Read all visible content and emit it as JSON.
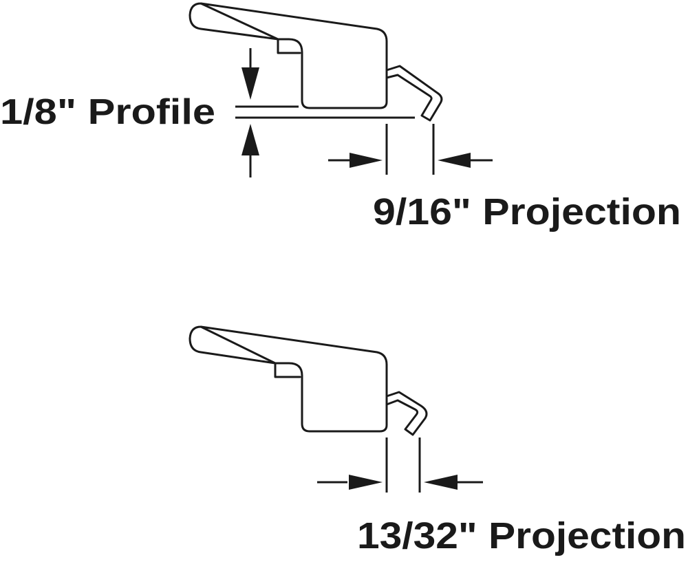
{
  "labels": {
    "profile": "1/8\" Profile",
    "projection_top": "9/16\" Projection",
    "projection_bottom": "13/32\" Projection"
  }
}
